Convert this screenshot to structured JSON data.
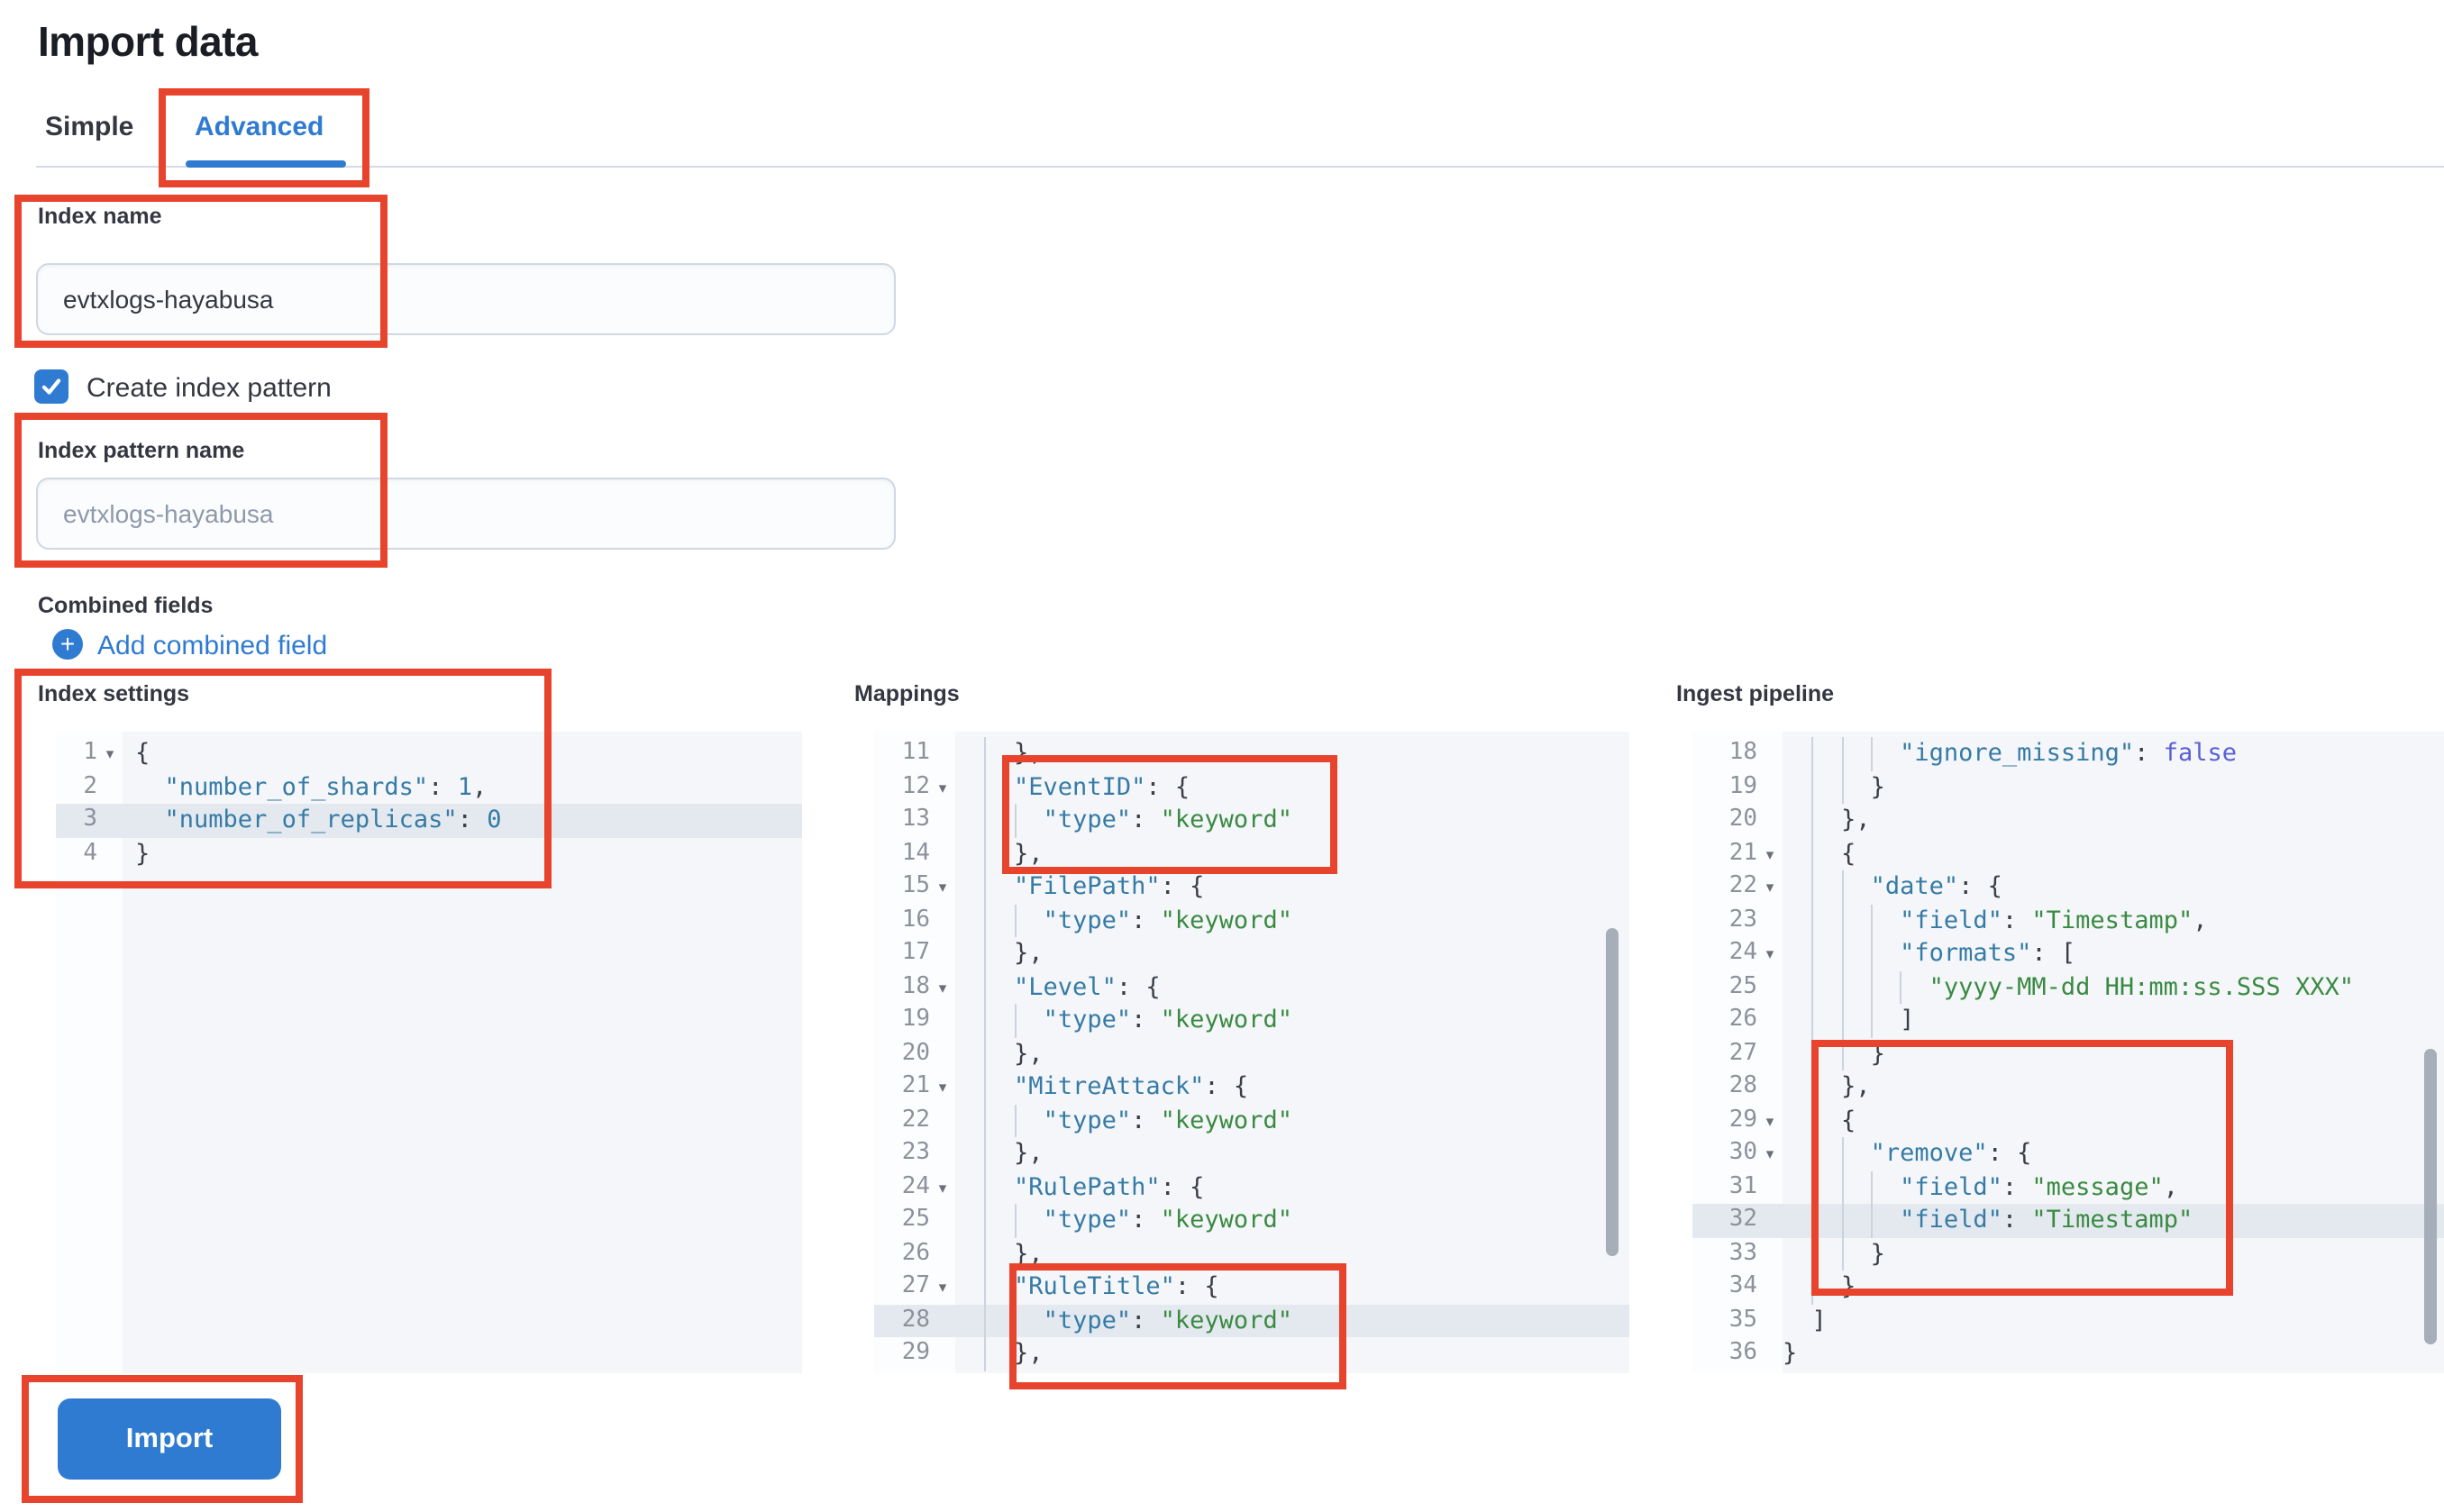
{
  "page_title": "Import data",
  "tabs": [
    {
      "label": "Simple",
      "selected": false
    },
    {
      "label": "Advanced",
      "selected": true
    }
  ],
  "form": {
    "index_name": {
      "label": "Index name",
      "value": "evtxlogs-hayabusa"
    },
    "create_index_pattern": {
      "label": "Create index pattern",
      "checked": true
    },
    "index_pattern_name": {
      "label": "Index pattern name",
      "placeholder": "evtxlogs-hayabusa",
      "value": ""
    },
    "combined_fields": {
      "label": "Combined fields",
      "add_label": "Add combined field"
    }
  },
  "icons": {
    "add_combined_field": "plus-in-circle",
    "checkbox_checked": "check"
  },
  "editors": {
    "index_settings": {
      "label": "Index settings",
      "lines": [
        {
          "n": 1,
          "f": 1,
          "i": 0,
          "t": [
            [
              "p",
              "{"
            ]
          ]
        },
        {
          "n": 2,
          "i": 1,
          "t": [
            [
              "k",
              "\"number_of_shards\""
            ],
            [
              "p",
              ": "
            ],
            [
              "n",
              "1"
            ],
            [
              "p",
              ","
            ]
          ]
        },
        {
          "n": 3,
          "i": 1,
          "h": 1,
          "t": [
            [
              "k",
              "\"number_of_replicas\""
            ],
            [
              "p",
              ": "
            ],
            [
              "n",
              "0"
            ]
          ]
        },
        {
          "n": 4,
          "i": 0,
          "t": [
            [
              "p",
              "}"
            ]
          ]
        }
      ]
    },
    "mappings": {
      "label": "Mappings",
      "lines": [
        {
          "n": 11,
          "i": 2,
          "t": [
            [
              "p",
              "},"
            ]
          ]
        },
        {
          "n": 12,
          "f": 1,
          "i": 2,
          "t": [
            [
              "k",
              "\"EventID\""
            ],
            [
              "p",
              ": {"
            ]
          ]
        },
        {
          "n": 13,
          "i": 3,
          "t": [
            [
              "k",
              "\"type\""
            ],
            [
              "p",
              ": "
            ],
            [
              "s",
              "\"keyword\""
            ]
          ]
        },
        {
          "n": 14,
          "i": 2,
          "t": [
            [
              "p",
              "},"
            ]
          ]
        },
        {
          "n": 15,
          "f": 1,
          "i": 2,
          "t": [
            [
              "k",
              "\"FilePath\""
            ],
            [
              "p",
              ": {"
            ]
          ]
        },
        {
          "n": 16,
          "i": 3,
          "t": [
            [
              "k",
              "\"type\""
            ],
            [
              "p",
              ": "
            ],
            [
              "s",
              "\"keyword\""
            ]
          ]
        },
        {
          "n": 17,
          "i": 2,
          "t": [
            [
              "p",
              "},"
            ]
          ]
        },
        {
          "n": 18,
          "f": 1,
          "i": 2,
          "t": [
            [
              "k",
              "\"Level\""
            ],
            [
              "p",
              ": {"
            ]
          ]
        },
        {
          "n": 19,
          "i": 3,
          "t": [
            [
              "k",
              "\"type\""
            ],
            [
              "p",
              ": "
            ],
            [
              "s",
              "\"keyword\""
            ]
          ]
        },
        {
          "n": 20,
          "i": 2,
          "t": [
            [
              "p",
              "},"
            ]
          ]
        },
        {
          "n": 21,
          "f": 1,
          "i": 2,
          "t": [
            [
              "k",
              "\"MitreAttack\""
            ],
            [
              "p",
              ": {"
            ]
          ]
        },
        {
          "n": 22,
          "i": 3,
          "t": [
            [
              "k",
              "\"type\""
            ],
            [
              "p",
              ": "
            ],
            [
              "s",
              "\"keyword\""
            ]
          ]
        },
        {
          "n": 23,
          "i": 2,
          "t": [
            [
              "p",
              "},"
            ]
          ]
        },
        {
          "n": 24,
          "f": 1,
          "i": 2,
          "t": [
            [
              "k",
              "\"RulePath\""
            ],
            [
              "p",
              ": {"
            ]
          ]
        },
        {
          "n": 25,
          "i": 3,
          "t": [
            [
              "k",
              "\"type\""
            ],
            [
              "p",
              ": "
            ],
            [
              "s",
              "\"keyword\""
            ]
          ]
        },
        {
          "n": 26,
          "i": 2,
          "t": [
            [
              "p",
              "},"
            ]
          ]
        },
        {
          "n": 27,
          "f": 1,
          "i": 2,
          "t": [
            [
              "k",
              "\"RuleTitle\""
            ],
            [
              "p",
              ": {"
            ]
          ]
        },
        {
          "n": 28,
          "i": 3,
          "h": 1,
          "t": [
            [
              "k",
              "\"type\""
            ],
            [
              "p",
              ": "
            ],
            [
              "s",
              "\"keyword\""
            ]
          ]
        },
        {
          "n": 29,
          "i": 2,
          "t": [
            [
              "p",
              "},"
            ]
          ]
        }
      ]
    },
    "ingest_pipeline": {
      "label": "Ingest pipeline",
      "lines": [
        {
          "n": 18,
          "i": 4,
          "t": [
            [
              "k",
              "\"ignore_missing\""
            ],
            [
              "p",
              ": "
            ],
            [
              "b",
              "false"
            ]
          ]
        },
        {
          "n": 19,
          "i": 3,
          "t": [
            [
              "p",
              "}"
            ]
          ]
        },
        {
          "n": 20,
          "i": 2,
          "t": [
            [
              "p",
              "},"
            ]
          ]
        },
        {
          "n": 21,
          "f": 1,
          "i": 2,
          "t": [
            [
              "p",
              "{"
            ]
          ]
        },
        {
          "n": 22,
          "f": 1,
          "i": 3,
          "t": [
            [
              "k",
              "\"date\""
            ],
            [
              "p",
              ": {"
            ]
          ]
        },
        {
          "n": 23,
          "i": 4,
          "t": [
            [
              "k",
              "\"field\""
            ],
            [
              "p",
              ": "
            ],
            [
              "s",
              "\"Timestamp\""
            ],
            [
              "p",
              ","
            ]
          ]
        },
        {
          "n": 24,
          "f": 1,
          "i": 4,
          "t": [
            [
              "k",
              "\"formats\""
            ],
            [
              "p",
              ": ["
            ]
          ]
        },
        {
          "n": 25,
          "i": 5,
          "t": [
            [
              "s",
              "\"yyyy-MM-dd HH:mm:ss.SSS XXX\""
            ]
          ]
        },
        {
          "n": 26,
          "i": 4,
          "t": [
            [
              "p",
              "]"
            ]
          ]
        },
        {
          "n": 27,
          "i": 3,
          "t": [
            [
              "p",
              "}"
            ]
          ]
        },
        {
          "n": 28,
          "i": 2,
          "t": [
            [
              "p",
              "},"
            ]
          ]
        },
        {
          "n": 29,
          "f": 1,
          "i": 2,
          "t": [
            [
              "p",
              "{"
            ]
          ]
        },
        {
          "n": 30,
          "f": 1,
          "i": 3,
          "t": [
            [
              "k",
              "\"remove\""
            ],
            [
              "p",
              ": {"
            ]
          ]
        },
        {
          "n": 31,
          "i": 4,
          "t": [
            [
              "k",
              "\"field\""
            ],
            [
              "p",
              ": "
            ],
            [
              "s",
              "\"message\""
            ],
            [
              "p",
              ","
            ]
          ]
        },
        {
          "n": 32,
          "i": 4,
          "h": 1,
          "t": [
            [
              "k",
              "\"field\""
            ],
            [
              "p",
              ": "
            ],
            [
              "s",
              "\"Timestamp\""
            ]
          ]
        },
        {
          "n": 33,
          "i": 3,
          "t": [
            [
              "p",
              "}"
            ]
          ]
        },
        {
          "n": 34,
          "i": 2,
          "t": [
            [
              "p",
              "}"
            ]
          ]
        },
        {
          "n": 35,
          "i": 1,
          "t": [
            [
              "p",
              "]"
            ]
          ]
        },
        {
          "n": 36,
          "i": 0,
          "t": [
            [
              "p",
              "}"
            ]
          ]
        }
      ]
    }
  },
  "import_button": {
    "label": "Import"
  },
  "colors": {
    "accent": "#2f7bd1",
    "annotation": "#e8432c",
    "key": "#367ba5",
    "number": "#367ba5",
    "string": "#3a8a42",
    "bool": "#5a5fd6",
    "row_highlight": "#e4e9f0"
  }
}
